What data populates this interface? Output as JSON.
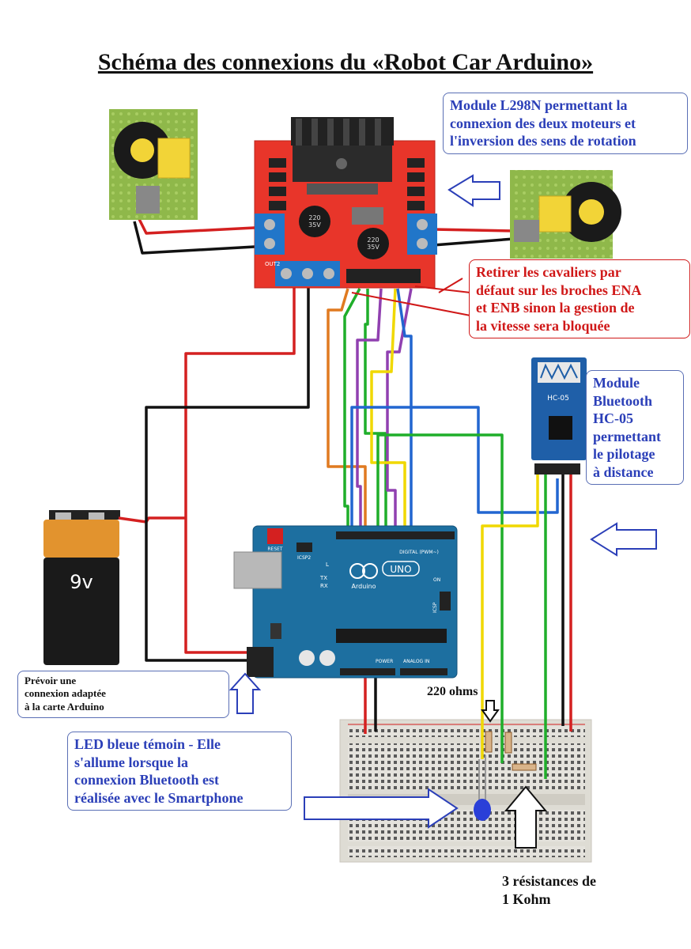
{
  "title": "Schéma des connexions du «Robot Car Arduino»",
  "callouts": {
    "l298n": "Module L298N permettant la\nconnexion des deux moteurs et\nl'inversion des sens de rotation",
    "jumpers": "Retirer les cavaliers par\ndéfaut sur les broches ENA\net ENB sinon la gestion de\nla vitesse sera bloquée",
    "bluetooth": "Module\nBluetooth\nHC-05\npermettant\nle pilotage\nà distance",
    "power": "Prévoir une\nconnexion adaptée\nà la carte Arduino",
    "led": "LED bleue témoin - Elle\ns'allume lorsque la\nconnexion Bluetooth est\nréalisée avec le Smartphone"
  },
  "labels": {
    "res220": "220 ohms",
    "res1k": "3 résistances de\n1 Kohm",
    "battery": "9v",
    "hc05_chip": "HC-05",
    "uno": "UNO",
    "arduino": "Arduino",
    "reset": "RESET",
    "icsp2": "ICSP2",
    "icsp": "ICSP",
    "on": "ON",
    "tx": "TX",
    "rx": "RX",
    "l": "L",
    "digital": "DIGITAL (PWM~)",
    "power": "POWER",
    "analog": "ANALOG IN",
    "out2": "OUT2",
    "cap1": "220\n35V",
    "cap2": "220\n35V"
  },
  "colors": {
    "arduino_board": "#1d6fa0",
    "l298n_board": "#e8352a",
    "hc05_board": "#1f5fa8",
    "wire_red": "#d42020",
    "wire_black": "#111111",
    "wire_green": "#1fae2a",
    "wire_yellow": "#f0d800",
    "wire_blue": "#2266d0",
    "wire_purple": "#9040b0",
    "wire_orange": "#e07a20",
    "led": "#2a3fd8",
    "callout_blue": "#2b3fb8",
    "callout_red": "#d01818"
  }
}
